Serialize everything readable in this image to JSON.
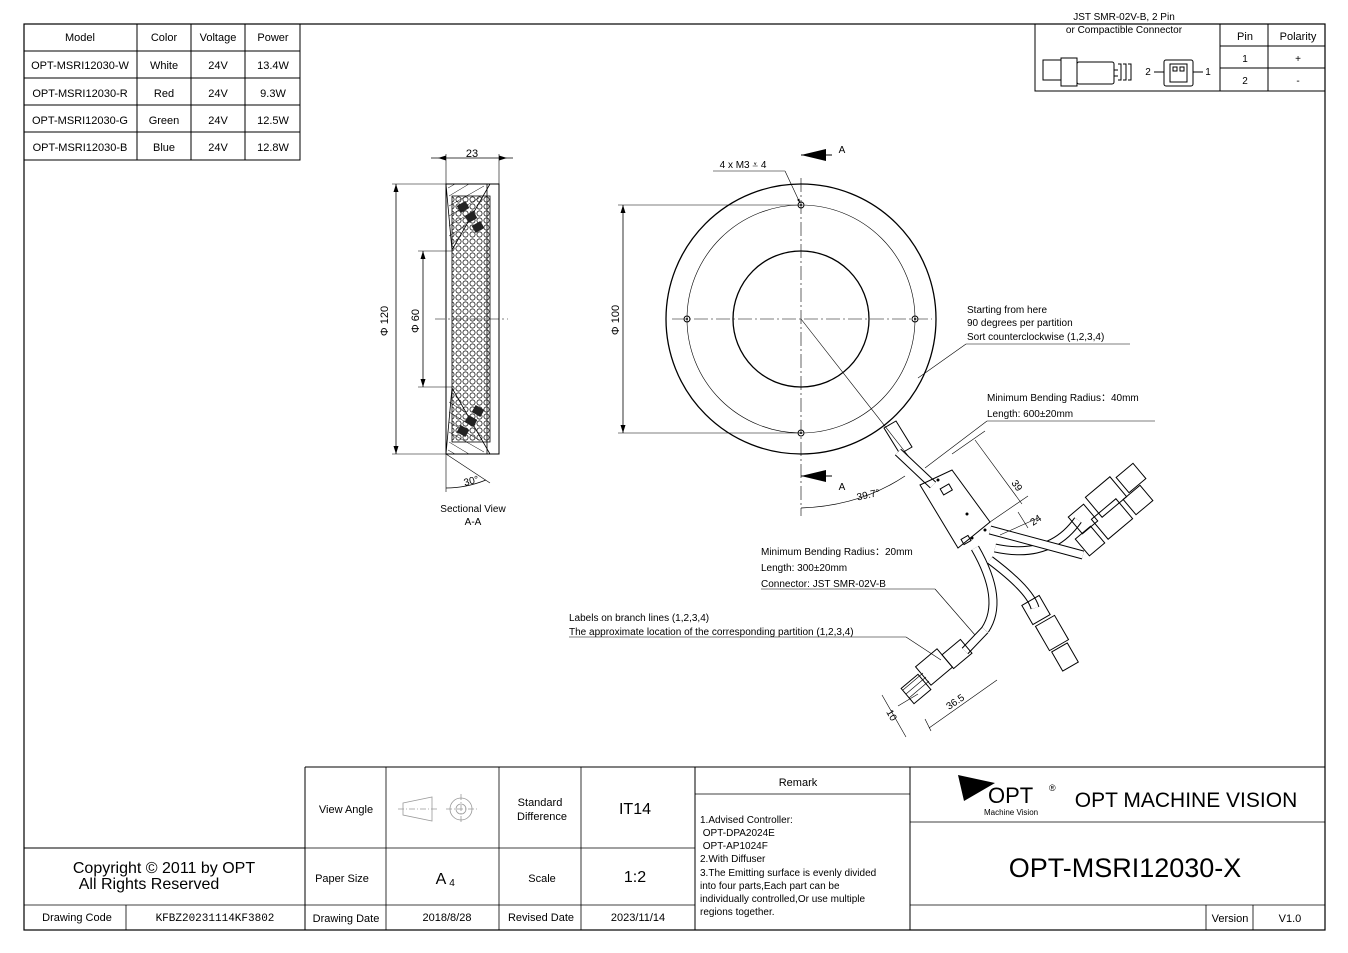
{
  "spec_table": {
    "headers": [
      "Model",
      "Color",
      "Voltage",
      "Power"
    ],
    "rows": [
      [
        "OPT-MSRI12030-W",
        "White",
        "24V",
        "13.4W"
      ],
      [
        "OPT-MSRI12030-R",
        "Red",
        "24V",
        "9.3W"
      ],
      [
        "OPT-MSRI12030-G",
        "Green",
        "24V",
        "12.5W"
      ],
      [
        "OPT-MSRI12030-B",
        "Blue",
        "24V",
        "12.8W"
      ]
    ]
  },
  "connector": {
    "title_line1": "JST SMR-02V-B, 2 Pin",
    "title_line2": "or Compactible Connector",
    "pin_label_2": "2",
    "pin_label_1": "1",
    "headers": [
      "Pin",
      "Polarity"
    ],
    "rows": [
      [
        "1",
        "+"
      ],
      [
        "2",
        "-"
      ]
    ]
  },
  "section_view": {
    "dim_width": "23",
    "dim_outer": "Φ 120",
    "dim_inner": "Φ 60",
    "angle": "30°",
    "caption_line1": "Sectional View",
    "caption_line2": "A-A"
  },
  "front_view": {
    "holes": "4 x M3 ⩡ 4",
    "section_mark_top": "A",
    "section_mark_bottom": "A",
    "dim_diameter": "Φ 100",
    "angle": "39.7°",
    "dim_39": "39",
    "dim_24": "24",
    "dim_10": "10",
    "dim_36_5": "36.5"
  },
  "notes": {
    "partition_1": "Starting from here",
    "partition_2": "90 degrees per partition",
    "partition_3": "Sort counterclockwise (1,2,3,4)",
    "main_cable_1": "Minimum Bending Radius：40mm",
    "main_cable_2": "Length: 600±20mm",
    "branch_cable_1": "Minimum Bending Radius：20mm",
    "branch_cable_2": "Length: 300±20mm",
    "branch_cable_3": "Connector: JST SMR-02V-B",
    "labels_1": "Labels on branch lines (1,2,3,4)",
    "labels_2": "The approximate location of the corresponding partition (1,2,3,4)"
  },
  "title_block": {
    "copyright_1": "Copyright © 2011 by OPT",
    "copyright_2": "All Rights Reserved",
    "drawing_code_label": "Drawing Code",
    "drawing_code": "KFBZ20231114KF3802",
    "view_angle_label": "View Angle",
    "standard_diff_label_1": "Standard",
    "standard_diff_label_2": "Difference",
    "standard_diff": "IT14",
    "paper_size_label": "Paper Size",
    "paper_size": "A",
    "paper_size_sub": "4",
    "scale_label": "Scale",
    "scale": "1:2",
    "drawing_date_label": "Drawing Date",
    "drawing_date": "2018/8/28",
    "revised_date_label": "Revised Date",
    "revised_date": "2023/11/14",
    "remark_label": "Remark",
    "remark_lines": [
      "1.Advised Controller:",
      " OPT-DPA2024E",
      " OPT-AP1024F",
      "2.With Diffuser",
      "3.The Emitting surface is evenly divided",
      "into four parts,Each part can be",
      "individually controlled,Or use multiple",
      "regions together."
    ],
    "logo_text": "OPT",
    "logo_reg": "®",
    "logo_sub": "Machine Vision",
    "company": "OPT MACHINE VISION",
    "model": "OPT-MSRI12030-X",
    "version_label": "Version",
    "version": "V1.0"
  }
}
